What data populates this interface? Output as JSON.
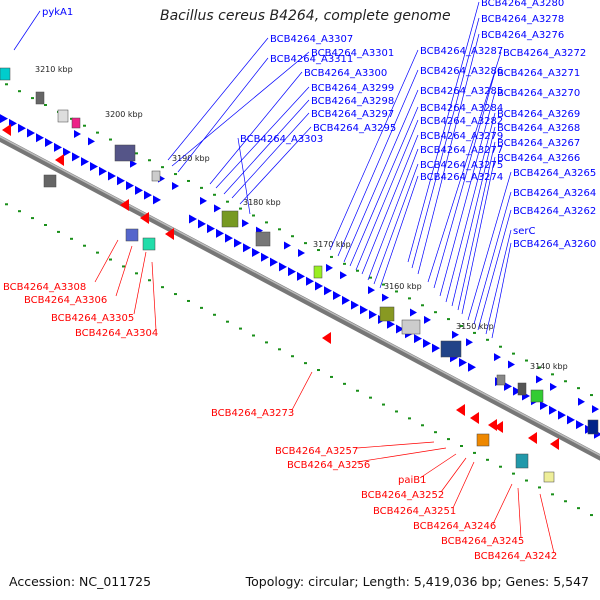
{
  "title": "Bacillus cereus B4264, complete genome",
  "footer": {
    "accession": "Accession: NC_011725",
    "summary": "Topology: circular; Length: 5,419,036 bp; Genes: 5,547"
  },
  "colors": {
    "plus_strand": "#0000ff",
    "minus_strand": "#ff0000",
    "backbone": "#888888",
    "tick": "#1a8f1a"
  },
  "scale_ticks": [
    "3210 kbp",
    "3200 kbp",
    "3190 kbp",
    "3180 kbp",
    "3170 kbp",
    "3160 kbp",
    "3150 kbp",
    "3140 kbp"
  ],
  "plus_labels": [
    "pykA1",
    "BCB4264_A3280",
    "BCB4264_A3278",
    "BCB4264_A3276",
    "BCB4264_A3287",
    "BCB4264_A3272",
    "BCB4264_A3307",
    "BCB4264_A3301",
    "BCB4264_A3311",
    "BCB4264_A3286",
    "BCB4264_A3271",
    "BCB4264_A3300",
    "BCB4264_A3285",
    "BCB4264_A3270",
    "BCB4264_A3299",
    "BCB4264_A3298",
    "BCB4264_A3284",
    "BCB4264_A3269",
    "BCB4264_A3297",
    "BCB4264_A3282",
    "BCB4264_A3295",
    "BCB4264_A3268",
    "BCB4264_A3279",
    "BCB4264_A3303",
    "BCB4264_A3267",
    "BCB4264_A3277",
    "BCB4264_A3266",
    "BCB4264_A3275",
    "BCB4264_A3265",
    "BCB4264_A3274",
    "BCB4264_A3264",
    "BCB4264_A3262",
    "serC",
    "BCB4264_A3260"
  ],
  "minus_labels": [
    "BCB4264_A3308",
    "BCB4264_A3306",
    "BCB4264_A3305",
    "BCB4264_A3304",
    "BCB4264_A3273",
    "BCB4264_A3257",
    "BCB4264_A3256",
    "paiB1",
    "BCB4264_A3252",
    "BCB4264_A3251",
    "BCB4264_A3246",
    "BCB4264_A3245",
    "BCB4264_A3242"
  ]
}
